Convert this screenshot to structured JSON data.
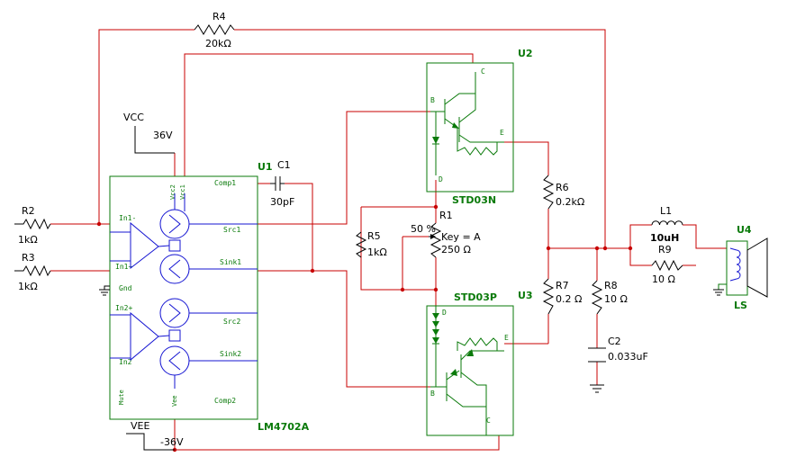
{
  "components": {
    "R4": {
      "ref": "R4",
      "value": "20kΩ"
    },
    "R2": {
      "ref": "R2",
      "value": "1kΩ"
    },
    "R3": {
      "ref": "R3",
      "value": "1kΩ"
    },
    "VCC": {
      "ref": "VCC",
      "value": "36V"
    },
    "VEE": {
      "ref": "VEE",
      "value": "-36V"
    },
    "C1": {
      "ref": "C1",
      "value": "30pF"
    },
    "U1": {
      "ref": "U1",
      "part": "LM4702A"
    },
    "U2": {
      "ref": "U2",
      "part": "STD03N"
    },
    "U3": {
      "ref": "U3",
      "part": "STD03P"
    },
    "R1": {
      "ref": "R1",
      "percent": "50 %",
      "key": "Key = A",
      "value": "250 Ω"
    },
    "R5": {
      "ref": "R5",
      "value": "1kΩ"
    },
    "R6": {
      "ref": "R6",
      "value": "0.2kΩ"
    },
    "R7": {
      "ref": "R7",
      "value": "0.2 Ω"
    },
    "R8": {
      "ref": "R8",
      "value": "10 Ω"
    },
    "C2": {
      "ref": "C2",
      "value": "0.033uF"
    },
    "L1": {
      "ref": "L1",
      "value": "10uH"
    },
    "R9": {
      "ref": "R9",
      "value": "10 Ω"
    },
    "U4": {
      "ref": "U4",
      "part": "LS"
    }
  },
  "pins": {
    "in1m": "In1-",
    "in1p": "In1+",
    "gnd": "Gnd",
    "in2p": "In2+",
    "in2m": "In2",
    "mute": "Mute",
    "vee": "Vee",
    "vcc2": "Vcc2",
    "vcc1": "Vcc1",
    "comp1": "Comp1",
    "src1": "Src1",
    "sink1": "Sink1",
    "src2": "Src2",
    "sink2": "Sink2",
    "comp2": "Comp2",
    "u2_b": "B",
    "u2_c": "C",
    "u2_e": "E",
    "u2_d": "D",
    "u3_b": "B",
    "u3_c": "C",
    "u3_e": "E",
    "u3_d": "D"
  },
  "colors": {
    "wire": "#c80000",
    "component": "#000000",
    "ic": "#0a7a0a",
    "ic_symbol": "#1414d2"
  }
}
